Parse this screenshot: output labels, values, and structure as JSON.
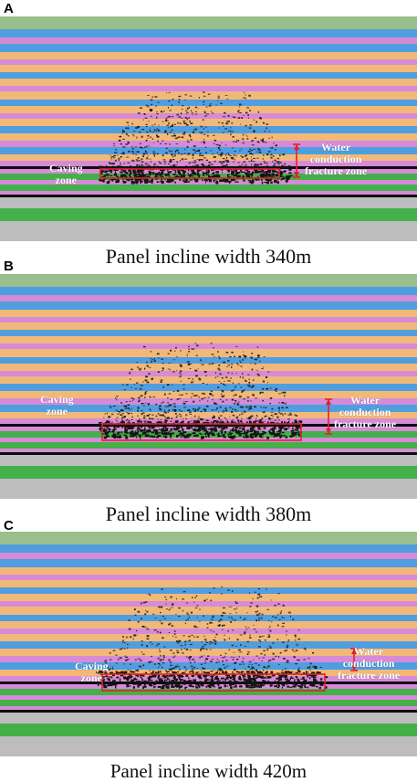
{
  "panels": [
    {
      "label": "A",
      "caption": "Panel incline width 340m",
      "caving_zone": [
        "Caving",
        "zone"
      ],
      "fracture_zone": [
        "Water",
        "conduction",
        "fracture zone"
      ]
    },
    {
      "label": "B",
      "caption": "Panel incline width 380m",
      "caving_zone": [
        "Caving",
        "zone"
      ],
      "fracture_zone": [
        "Water",
        "conduction",
        "fracture zone"
      ]
    },
    {
      "label": "C",
      "caption": "Panel incline width 420m",
      "caving_zone": [
        "Caving",
        "zone"
      ],
      "fracture_zone": [
        "Water",
        "conduction",
        "fracture zone"
      ]
    }
  ],
  "colors": {
    "topsoil": "#9bbf8c",
    "blue": "#4f9ee0",
    "pink": "#d68ad8",
    "orange": "#f2b878",
    "green": "#43b04a",
    "coal": "#0c0c0c",
    "gray": "#bdbdbd",
    "marker": "#e4202a",
    "crack": "#141414"
  }
}
